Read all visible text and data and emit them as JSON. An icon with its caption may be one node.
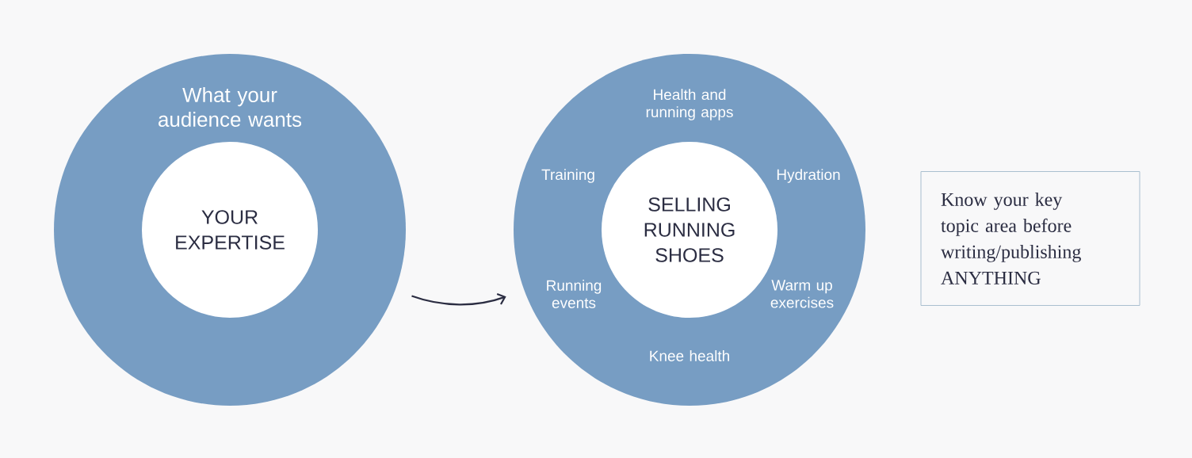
{
  "diagram": {
    "nodes": [
      {
        "text": [
          "What your audience wants"
        ]
      },
      {
        "text": [
          "YOUR EXPERTISE"
        ],
        "in": 0
      },
      {
        "text": [
          "Health and running apps",
          "Training",
          "Hydration",
          "Running events",
          "Warm up exercises",
          "Knee health"
        ]
      },
      {
        "text": [
          "SELLING RUNNING SHOES"
        ],
        "in": 2
      },
      {
        "text": [
          "Know your key topic area before writing/publishing ANYTHING"
        ]
      }
    ],
    "edges": [
      {
        "from": 0,
        "to": 2,
        "arrow": "to"
      }
    ]
  }
}
